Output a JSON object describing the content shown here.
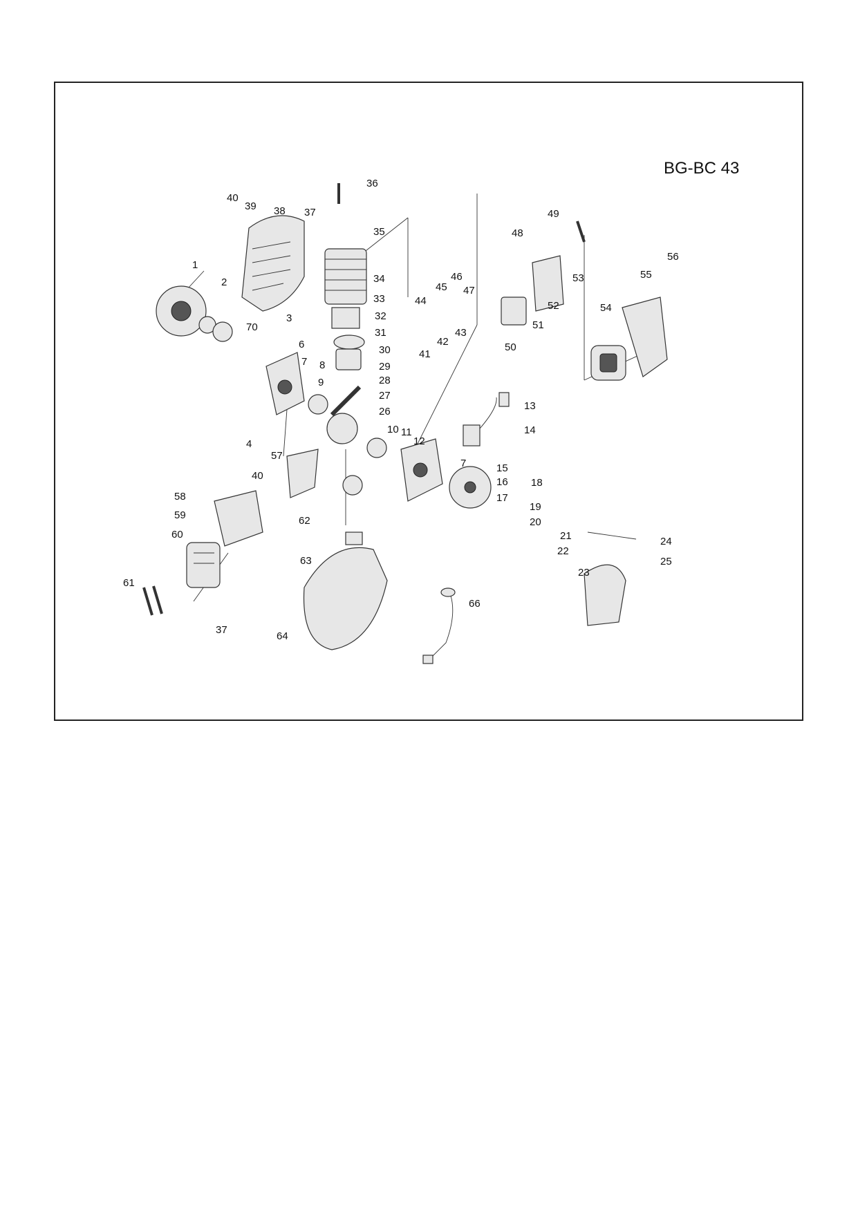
{
  "diagram": {
    "model": "BG-BC 43",
    "labels": [
      "1",
      "2",
      "3",
      "4",
      "6",
      "7",
      "7",
      "8",
      "9",
      "10",
      "11",
      "12",
      "13",
      "14",
      "15",
      "16",
      "17",
      "18",
      "19",
      "20",
      "21",
      "22",
      "23",
      "24",
      "25",
      "26",
      "27",
      "28",
      "29",
      "30",
      "31",
      "32",
      "33",
      "34",
      "35",
      "36",
      "37",
      "37",
      "38",
      "39",
      "40",
      "40",
      "41",
      "42",
      "43",
      "44",
      "45",
      "46",
      "47",
      "48",
      "49",
      "50",
      "51",
      "52",
      "53",
      "54",
      "55",
      "56",
      "57",
      "58",
      "59",
      "60",
      "61",
      "62",
      "63",
      "64",
      "66",
      "70"
    ]
  }
}
